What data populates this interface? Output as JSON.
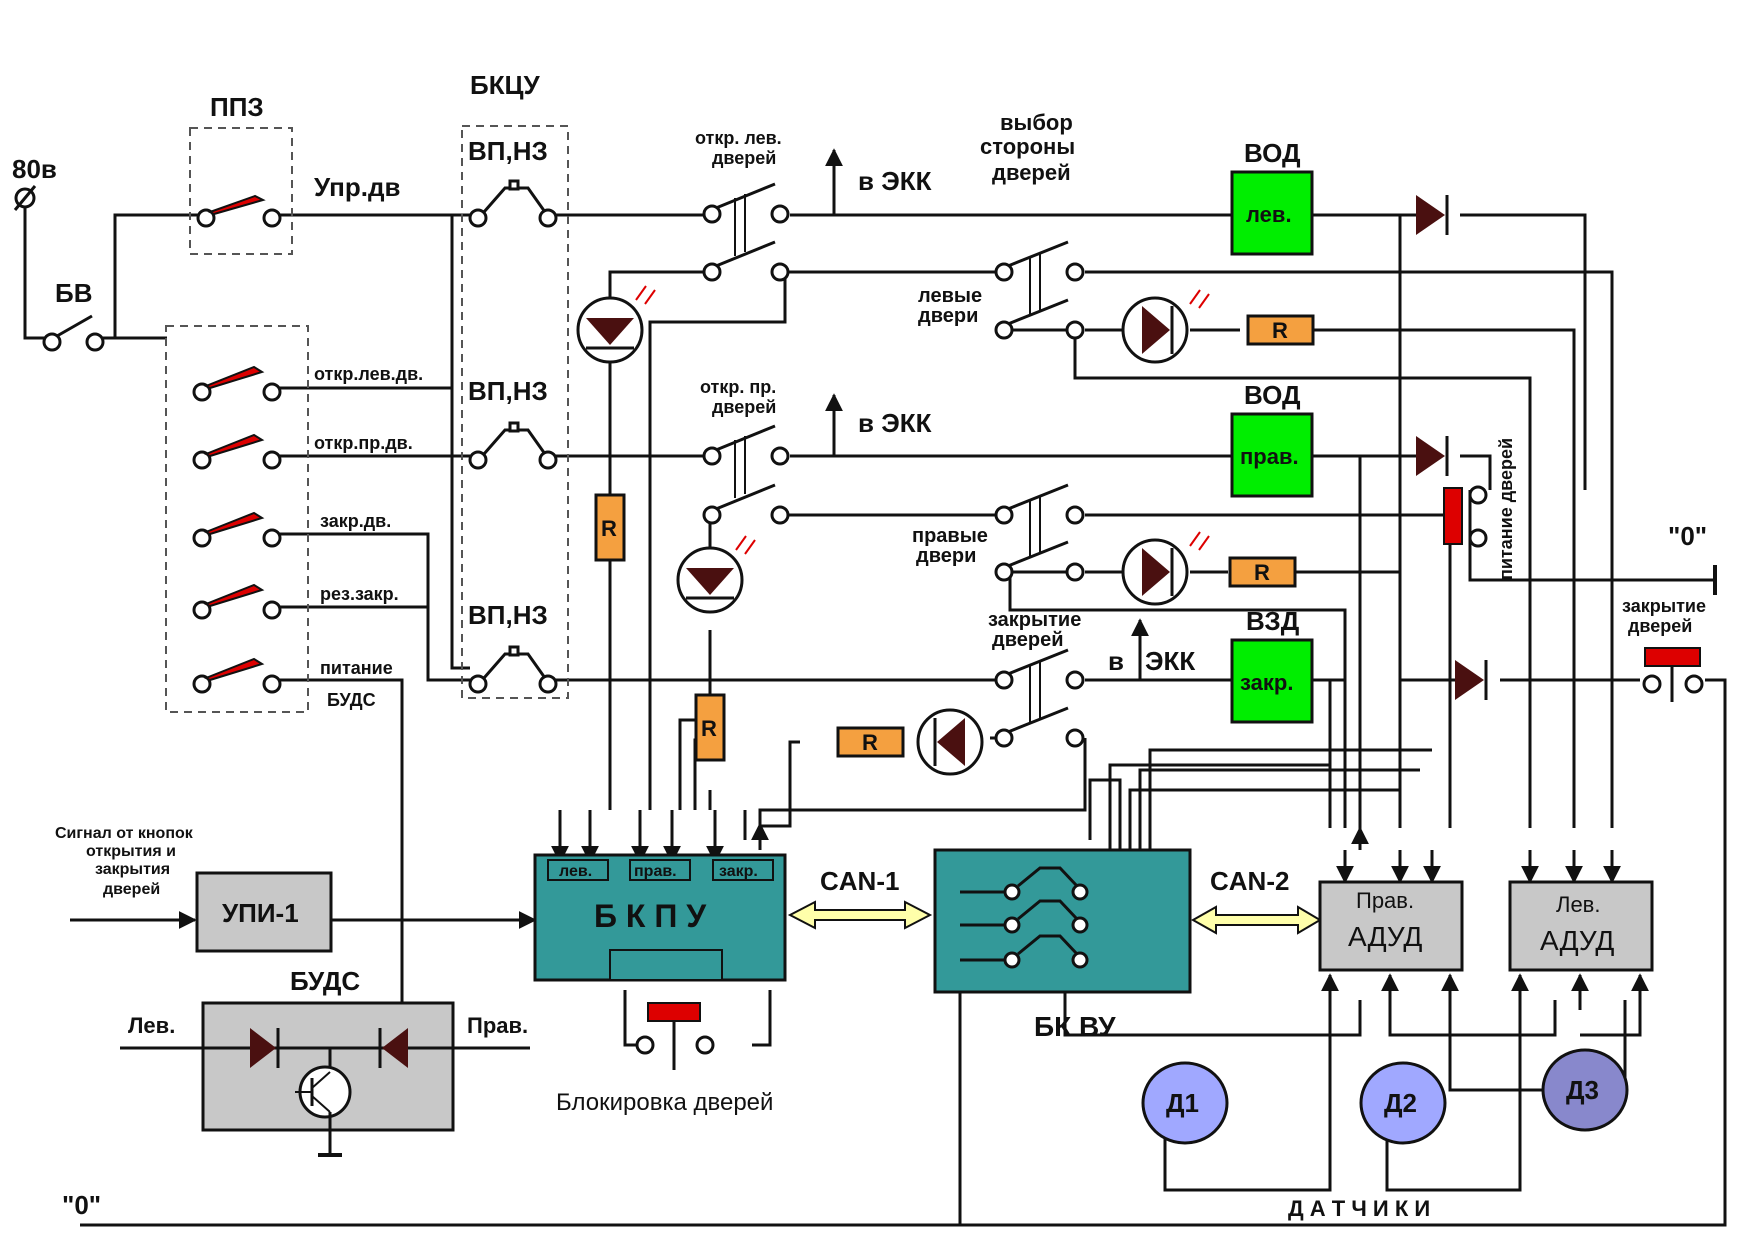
{
  "supply_voltage": "80в",
  "zero_label": "\"0\"",
  "ppz": {
    "title": "ППЗ"
  },
  "bkcu": {
    "title": "БКЦУ",
    "switch_label": "ВП,НЗ"
  },
  "bv": {
    "label": "БВ"
  },
  "upr_dv": "Упр.дв",
  "buttons": {
    "open_left": "откр.лев.дв.",
    "open_right": "откр.пр.дв.",
    "close": "закр.дв.",
    "reserve_close": "рез.закр.",
    "power_line1": "питание",
    "power_line2": "БУДС"
  },
  "relays": {
    "open_left_line1": "откр. лев.",
    "open_left_line2": "дверей",
    "open_right_line1": "откр. пр.",
    "open_right_line2": "дверей",
    "side_select_line1": "выбор",
    "side_select_line2": "стороны",
    "side_select_line3": "дверей",
    "left_doors_line1": "левые",
    "left_doors_line2": "двери",
    "right_doors_line1": "правые",
    "right_doors_line2": "двери",
    "closing_line1": "закрытие",
    "closing_line2": "дверей"
  },
  "ekk_label": "в ЭКК",
  "ekk_label_split": {
    "part1": "в",
    "part2": "ЭКК"
  },
  "resistor_label": "R",
  "vod": {
    "title": "ВОД",
    "left_label": "лев.",
    "right_label": "прав."
  },
  "vzd": {
    "title": "ВЗД",
    "label": "закр."
  },
  "door_power": "питание дверей",
  "door_closing_button_line1": "закрытие",
  "door_closing_button_line2": "дверей",
  "bkpu": {
    "title": "Б К П У",
    "tabs": [
      "лев.",
      "прав.",
      "закр."
    ]
  },
  "can1": "CAN-1",
  "can2": "CAN-2",
  "bkvu": {
    "title": "БК ВУ"
  },
  "adud_right": {
    "line1": "Прав.",
    "line2": "АДУД"
  },
  "adud_left": {
    "line1": "Лев.",
    "line2": "АДУД"
  },
  "signal_text": [
    "Сигнал от кнопок",
    "открытия и",
    "закрытия",
    "дверей"
  ],
  "upi": "УПИ-1",
  "buds": {
    "title": "БУДС",
    "left": "Лев.",
    "right": "Прав."
  },
  "door_lock": "Блокировка дверей",
  "sensors": [
    "Д1",
    "Д2",
    "Д3"
  ],
  "sensors_title": "Д А Т Ч И К И",
  "colors": {
    "green_block": "#00ee00",
    "teal_block": "#339999",
    "gray_block": "#c8c8c8",
    "resistor": "#f4a040",
    "switch_red": "#dd0000",
    "sensor_light": "#a0a8ff",
    "sensor_dark": "#8888cc",
    "diode": "#4a1010"
  }
}
